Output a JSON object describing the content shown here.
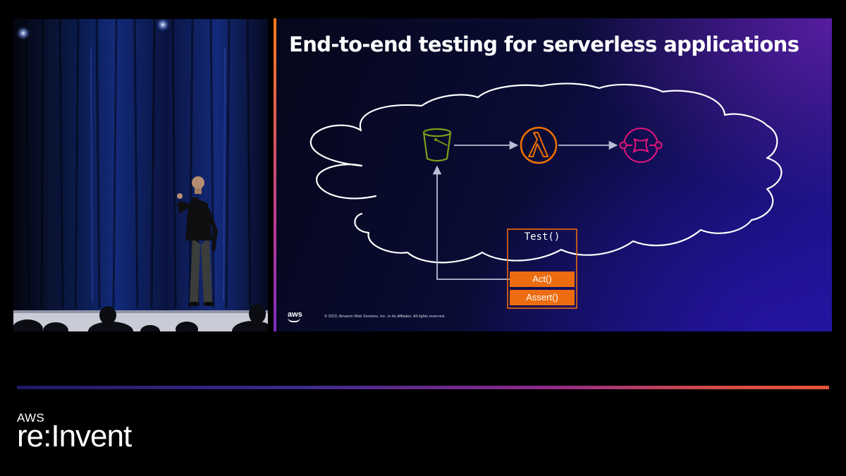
{
  "slide": {
    "title": "End-to-end testing for serverless applications",
    "test_label": "Test()",
    "steps": [
      "Act()",
      "Assert()"
    ],
    "footer_logo": "aws",
    "copyright": "© 2023, Amazon Web Services, Inc. or its affiliates. All rights reserved.",
    "diagram_icons": [
      "s3-bucket-icon",
      "lambda-icon",
      "eventbridge-icon"
    ],
    "colors": {
      "bucket": "#7aa116",
      "lambda": "#ed7100",
      "eventbridge": "#e7157b",
      "test_box": "#ec6c0f",
      "connector": "#b9bfd6"
    }
  },
  "branding": {
    "aws": "AWS",
    "event": "re:Invent",
    "bar_colors": [
      "#1f1a63",
      "#8e2a8a",
      "#e8553a"
    ]
  }
}
